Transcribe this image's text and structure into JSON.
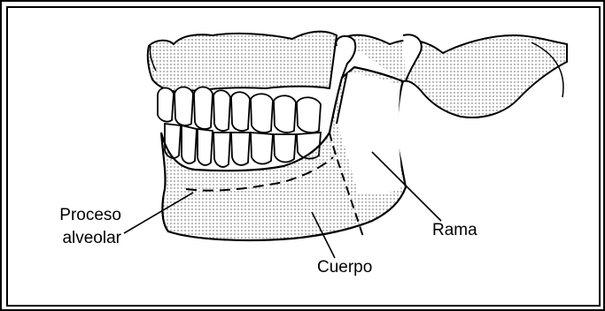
{
  "labels": {
    "proceso_line1": "Proceso",
    "proceso_line2": "alveolar",
    "rama": "Rama",
    "cuerpo": "Cuerpo"
  },
  "colors": {
    "ink": "#000000",
    "background": "#ffffff",
    "stipple": "#555555"
  }
}
